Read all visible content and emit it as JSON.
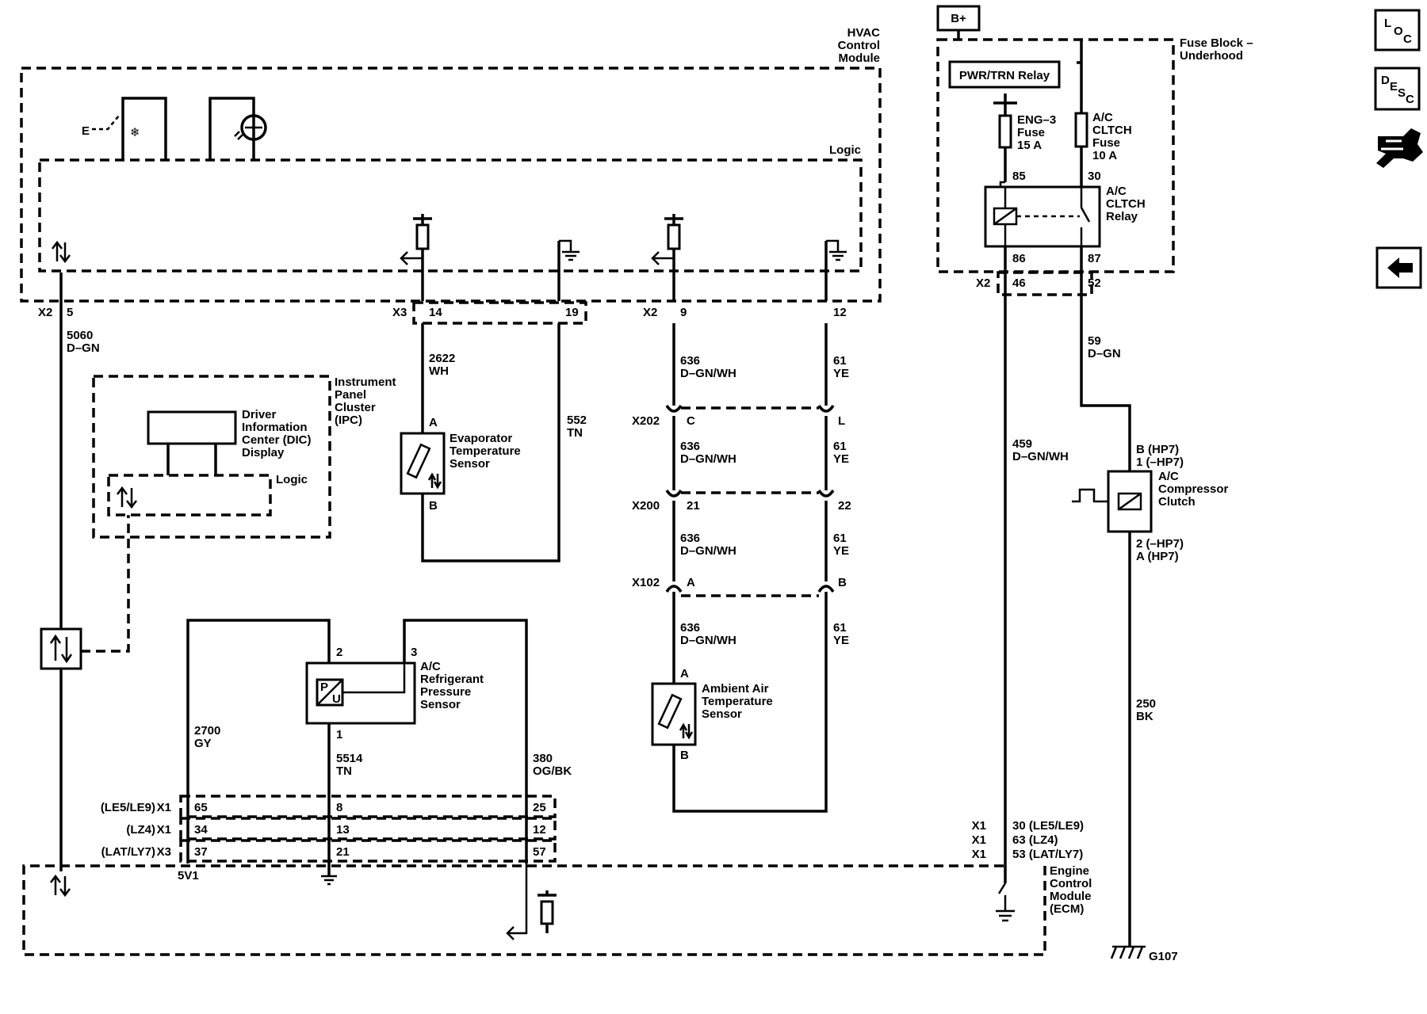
{
  "modules": {
    "hvac": [
      "HVAC",
      "Control",
      "Module"
    ],
    "hvac_logic": "Logic",
    "fuse_block": [
      "Fuse Block –",
      "Underhood"
    ],
    "ipc": [
      "Instrument",
      "Panel",
      "Cluster",
      "(IPC)"
    ],
    "ipc_logic": "Logic",
    "dic": [
      "Driver",
      "Information",
      "Center (DIC)",
      "Display"
    ],
    "ecm": [
      "Engine",
      "Control",
      "Module",
      "(ECM)"
    ]
  },
  "power": {
    "bplus": "B+",
    "relay_pwr": "PWR/TRN Relay",
    "eng3_fuse": [
      "ENG–3",
      "Fuse",
      "15 A"
    ],
    "ac_fuse": [
      "A/C",
      "CLTCH",
      "Fuse",
      "10 A"
    ],
    "ac_relay": [
      "A/C",
      "CLTCH",
      "Relay"
    ],
    "pins": {
      "p85": "85",
      "p30": "30",
      "p86": "86",
      "p87": "87"
    }
  },
  "connectors": {
    "x2_hvac_left": "X2",
    "x2_pin5": "5",
    "x3_hvac": "X3",
    "x3_pin14": "14",
    "x3_pin19": "19",
    "x2_hvac_mid": "X2",
    "x2_pin9": "9",
    "x2_pin12": "12",
    "x2_fuse": "X2",
    "x2_pin46": "46",
    "x2_pin52": "52",
    "x202": "X202",
    "x202_c": "C",
    "x202_l": "L",
    "x200": "X200",
    "x200_21": "21",
    "x200_22": "22",
    "x102": "X102",
    "x102_a": "A",
    "x102_b": "B",
    "ecm_rows": [
      {
        "label": "(LE5/LE9)",
        "conn": "X1",
        "p1": "65",
        "p2": "8",
        "p3": "25"
      },
      {
        "label": "(LZ4)",
        "conn": "X1",
        "p1": "34",
        "p2": "13",
        "p3": "12"
      },
      {
        "label": "(LAT/LY7)",
        "conn": "X3",
        "p1": "37",
        "p2": "21",
        "p3": "57"
      }
    ],
    "ecm_right_rows": [
      {
        "conn": "X1",
        "text": "30 (LE5/LE9)"
      },
      {
        "conn": "X1",
        "text": "63 (LZ4)"
      },
      {
        "conn": "X1",
        "text": "53 (LAT/LY7)"
      }
    ],
    "ecm_5v": "5V1"
  },
  "wires": {
    "w5060": [
      "5060",
      "D–GN"
    ],
    "w2622": [
      "2622",
      "WH"
    ],
    "w552": [
      "552",
      "TN"
    ],
    "w636a": [
      "636",
      "D–GN/WH"
    ],
    "w636b": [
      "636",
      "D–GN/WH"
    ],
    "w636c": [
      "636",
      "D–GN/WH"
    ],
    "w636d": [
      "636",
      "D–GN/WH"
    ],
    "w61a": [
      "61",
      "YE"
    ],
    "w61b": [
      "61",
      "YE"
    ],
    "w61c": [
      "61",
      "YE"
    ],
    "w61d": [
      "61",
      "YE"
    ],
    "w459": [
      "459",
      "D–GN/WH"
    ],
    "w59": [
      "59",
      "D–GN"
    ],
    "w250": [
      "250",
      "BK"
    ],
    "w2700": [
      "2700",
      "GY"
    ],
    "w5514": [
      "5514",
      "TN"
    ],
    "w380": [
      "380",
      "OG/BK"
    ]
  },
  "components": {
    "evap_sensor": [
      "Evaporator",
      "Temperature",
      "Sensor"
    ],
    "evap_a": "A",
    "evap_b": "B",
    "ambient_sensor": [
      "Ambient Air",
      "Temperature",
      "Sensor"
    ],
    "amb_a": "A",
    "amb_b": "B",
    "pressure_sensor": [
      "A/C",
      "Refrigerant",
      "Pressure",
      "Sensor"
    ],
    "ps_p2": "2",
    "ps_p3": "3",
    "ps_p1": "1",
    "ps_p": "P",
    "ps_u": "U",
    "compressor": [
      "A/C",
      "Compressor",
      "Clutch"
    ],
    "comp_top": [
      "B (HP7)",
      "1 (–HP7)"
    ],
    "comp_bottom": [
      "2 (–HP7)",
      "A (HP7)"
    ],
    "ground": "G107",
    "e_label": "E"
  },
  "nav": {
    "loc": [
      "L",
      "O",
      "C"
    ],
    "desc": [
      "D",
      "E",
      "S",
      "C"
    ]
  }
}
